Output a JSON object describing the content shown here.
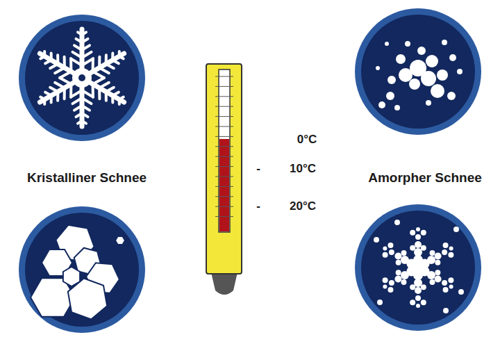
{
  "diagram": {
    "labels": [
      "Kristalliner Schnee",
      "Amorpher Schnee",
      "0°C",
      "-",
      "10°C",
      "-",
      "20°C"
    ]
  }
}
